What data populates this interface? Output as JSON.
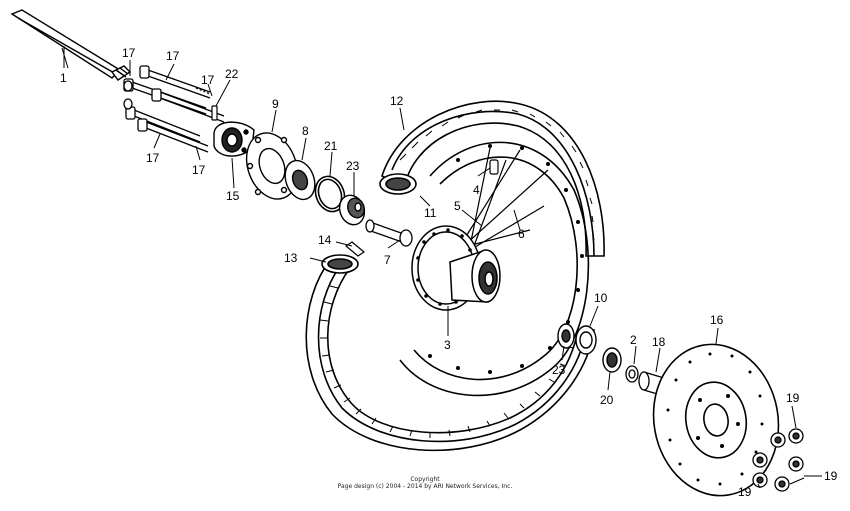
{
  "callouts": [
    {
      "id": "c1",
      "text": "1"
    },
    {
      "id": "c17a",
      "text": "17"
    },
    {
      "id": "c17b",
      "text": "17"
    },
    {
      "id": "c17c",
      "text": "17"
    },
    {
      "id": "c22",
      "text": "22"
    },
    {
      "id": "c17d",
      "text": "17"
    },
    {
      "id": "c17e",
      "text": "17"
    },
    {
      "id": "c15",
      "text": "15"
    },
    {
      "id": "c9",
      "text": "9"
    },
    {
      "id": "c8",
      "text": "8"
    },
    {
      "id": "c21",
      "text": "21"
    },
    {
      "id": "c23a",
      "text": "23"
    },
    {
      "id": "c12",
      "text": "12"
    },
    {
      "id": "c4",
      "text": "4"
    },
    {
      "id": "c11",
      "text": "11"
    },
    {
      "id": "c5",
      "text": "5"
    },
    {
      "id": "c6",
      "text": "6"
    },
    {
      "id": "c7",
      "text": "7"
    },
    {
      "id": "c14",
      "text": "14"
    },
    {
      "id": "c13",
      "text": "13"
    },
    {
      "id": "c3",
      "text": "3"
    },
    {
      "id": "c10",
      "text": "10"
    },
    {
      "id": "c2",
      "text": "2"
    },
    {
      "id": "c18",
      "text": "18"
    },
    {
      "id": "c16",
      "text": "16"
    },
    {
      "id": "c23b",
      "text": "23"
    },
    {
      "id": "c20",
      "text": "20"
    },
    {
      "id": "c19a",
      "text": "19"
    },
    {
      "id": "c19b",
      "text": "19"
    },
    {
      "id": "c19c",
      "text": "19"
    }
  ],
  "copyright": {
    "line1": "Copyright",
    "line2": "Page design (c) 2004 - 2014 by ARI Network Services, Inc."
  }
}
